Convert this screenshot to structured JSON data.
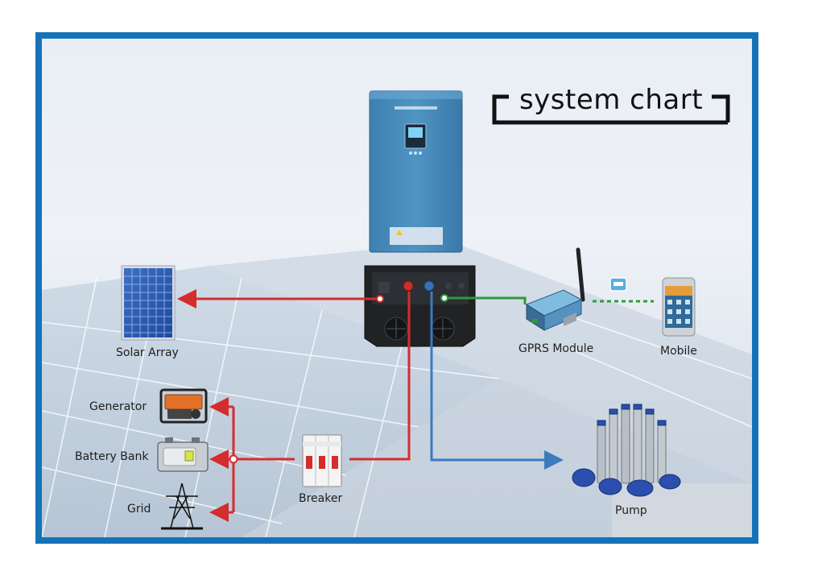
{
  "title": "system chart",
  "nodes": {
    "solar_array": "Solar Array",
    "gprs_module": "GPRS Module",
    "mobile": "Mobile",
    "generator": "Generator",
    "battery_bank": "Battery Bank",
    "grid": "Grid",
    "breaker": "Breaker",
    "pump": "Pump"
  },
  "connection_colors": {
    "power_line": "#d32d2d",
    "pump_line": "#3a7bbd",
    "data_line": "#2e9a3c"
  },
  "frame_color": "#1672b8"
}
